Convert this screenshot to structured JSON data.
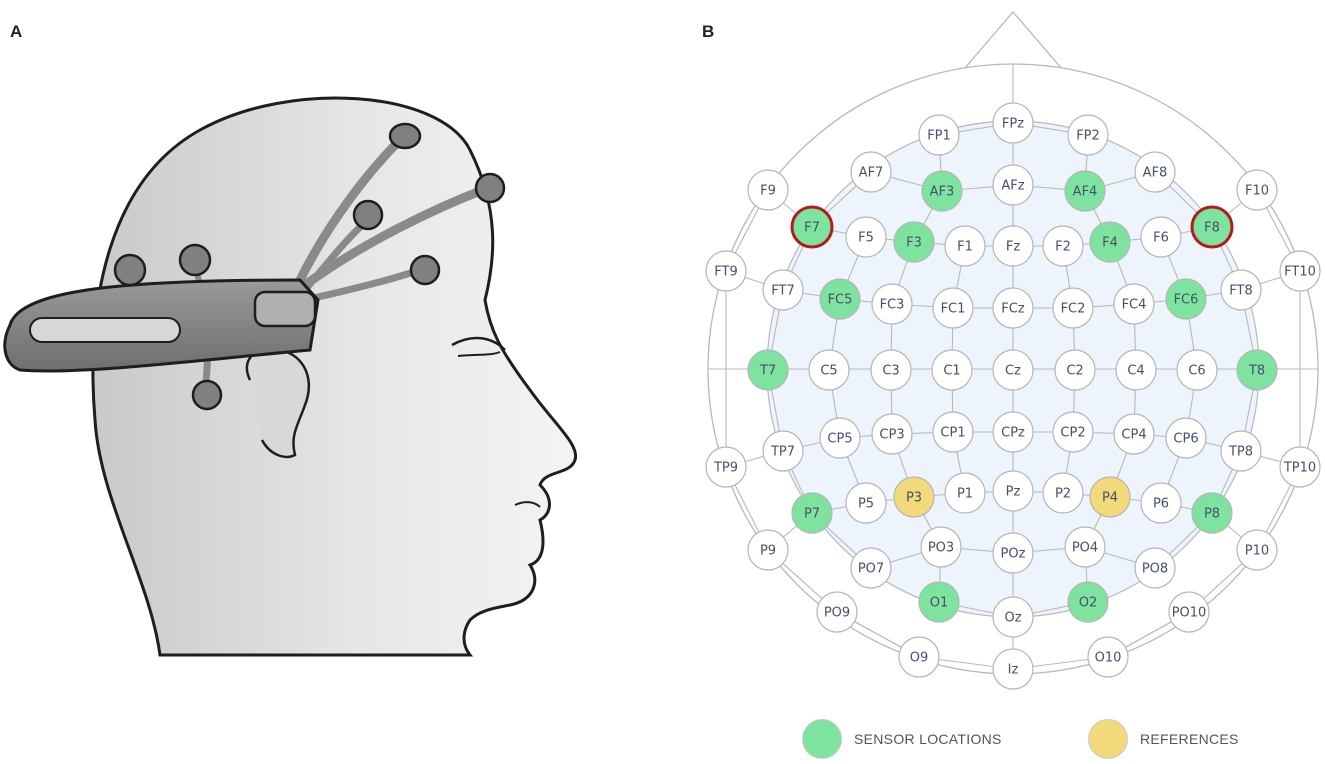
{
  "panels": {
    "a": "A",
    "b": "B"
  },
  "colors": {
    "sensor": "#7fe3a0",
    "reference": "#f2d97a",
    "highlight_ring": "#b31c1c",
    "region": "#eef4fb",
    "line": "#b8b8b8",
    "electrode_empty": "#ffffff"
  },
  "electrodes": [
    {
      "label": "FPz",
      "state": "none"
    },
    {
      "label": "FP1",
      "state": "none"
    },
    {
      "label": "FP2",
      "state": "none"
    },
    {
      "label": "AF7",
      "state": "none"
    },
    {
      "label": "AF3",
      "state": "sensor"
    },
    {
      "label": "AFz",
      "state": "none"
    },
    {
      "label": "AF4",
      "state": "sensor"
    },
    {
      "label": "AF8",
      "state": "none"
    },
    {
      "label": "F9",
      "state": "none"
    },
    {
      "label": "F10",
      "state": "none"
    },
    {
      "label": "F7",
      "state": "sensor",
      "ring": true
    },
    {
      "label": "F5",
      "state": "none"
    },
    {
      "label": "F3",
      "state": "sensor"
    },
    {
      "label": "F1",
      "state": "none"
    },
    {
      "label": "Fz",
      "state": "none"
    },
    {
      "label": "F2",
      "state": "none"
    },
    {
      "label": "F4",
      "state": "sensor"
    },
    {
      "label": "F6",
      "state": "none"
    },
    {
      "label": "F8",
      "state": "sensor",
      "ring": true
    },
    {
      "label": "FT9",
      "state": "none"
    },
    {
      "label": "FT7",
      "state": "none"
    },
    {
      "label": "FC5",
      "state": "sensor"
    },
    {
      "label": "FC3",
      "state": "none"
    },
    {
      "label": "FC1",
      "state": "none"
    },
    {
      "label": "FCz",
      "state": "none"
    },
    {
      "label": "FC2",
      "state": "none"
    },
    {
      "label": "FC4",
      "state": "none"
    },
    {
      "label": "FC6",
      "state": "sensor"
    },
    {
      "label": "FT8",
      "state": "none"
    },
    {
      "label": "FT10",
      "state": "none"
    },
    {
      "label": "T7",
      "state": "sensor"
    },
    {
      "label": "C5",
      "state": "none"
    },
    {
      "label": "C3",
      "state": "none"
    },
    {
      "label": "C1",
      "state": "none"
    },
    {
      "label": "Cz",
      "state": "none"
    },
    {
      "label": "C2",
      "state": "none"
    },
    {
      "label": "C4",
      "state": "none"
    },
    {
      "label": "C6",
      "state": "none"
    },
    {
      "label": "T8",
      "state": "sensor"
    },
    {
      "label": "TP7",
      "state": "none"
    },
    {
      "label": "CP5",
      "state": "none"
    },
    {
      "label": "CP3",
      "state": "none"
    },
    {
      "label": "CP1",
      "state": "none"
    },
    {
      "label": "CPz",
      "state": "none"
    },
    {
      "label": "CP2",
      "state": "none"
    },
    {
      "label": "CP4",
      "state": "none"
    },
    {
      "label": "CP6",
      "state": "none"
    },
    {
      "label": "TP8",
      "state": "none"
    },
    {
      "label": "TP9",
      "state": "none"
    },
    {
      "label": "TP10",
      "state": "none"
    },
    {
      "label": "P7",
      "state": "sensor"
    },
    {
      "label": "P5",
      "state": "none"
    },
    {
      "label": "P3",
      "state": "reference"
    },
    {
      "label": "P1",
      "state": "none"
    },
    {
      "label": "Pz",
      "state": "none"
    },
    {
      "label": "P2",
      "state": "none"
    },
    {
      "label": "P4",
      "state": "reference"
    },
    {
      "label": "P6",
      "state": "none"
    },
    {
      "label": "P8",
      "state": "sensor"
    },
    {
      "label": "P9",
      "state": "none"
    },
    {
      "label": "PO3",
      "state": "none"
    },
    {
      "label": "POz",
      "state": "none"
    },
    {
      "label": "PO4",
      "state": "none"
    },
    {
      "label": "P10",
      "state": "none"
    },
    {
      "label": "PO7",
      "state": "none"
    },
    {
      "label": "PO8",
      "state": "none"
    },
    {
      "label": "O1",
      "state": "sensor"
    },
    {
      "label": "Oz",
      "state": "none"
    },
    {
      "label": "O2",
      "state": "sensor"
    },
    {
      "label": "PO9",
      "state": "none"
    },
    {
      "label": "PO10",
      "state": "none"
    },
    {
      "label": "O9",
      "state": "none"
    },
    {
      "label": "Iz",
      "state": "none"
    },
    {
      "label": "O10",
      "state": "none"
    }
  ],
  "legend": {
    "sensor": "SENSOR LOCATIONS",
    "reference": "REFERENCES"
  }
}
